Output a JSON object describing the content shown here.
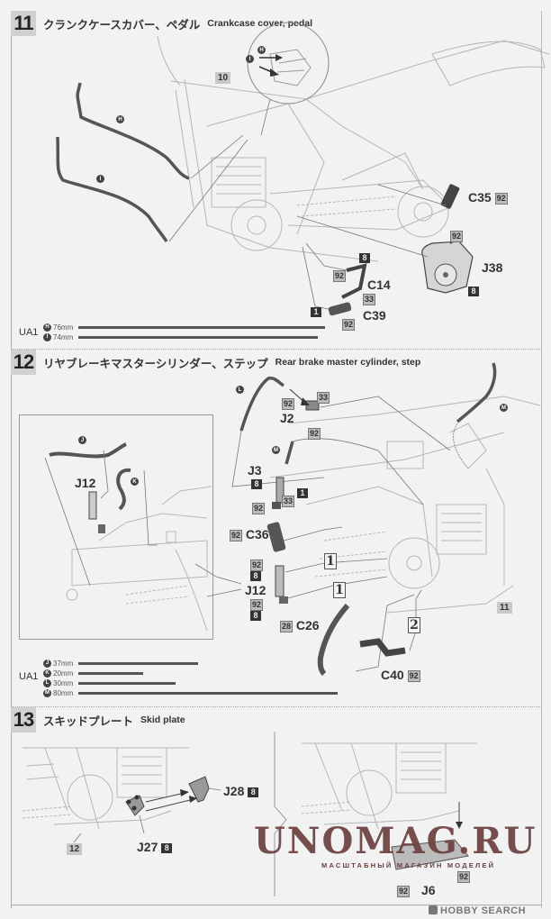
{
  "steps": [
    {
      "number": "11",
      "title_jp": "クランクケースカバー、ペダル",
      "title_en": "Crankcase cover, pedal",
      "ref_step": "10",
      "callouts": [
        {
          "part": "C35",
          "paint": "92"
        },
        {
          "part": "J38",
          "paint_top": "92",
          "paint_bottom": "8"
        },
        {
          "part": "C14",
          "paint_top": "8",
          "paint_left": "92",
          "paint_bottom": "33"
        },
        {
          "part": "C39",
          "paint_left": "1",
          "paint_bottom": "92"
        }
      ],
      "tube_marks": [
        "H",
        "I"
      ],
      "ua_label": "UA1",
      "lengths": [
        {
          "mark": "H",
          "length": "76mm",
          "value_mm": 76
        },
        {
          "mark": "I",
          "length": "74mm",
          "value_mm": 74
        }
      ]
    },
    {
      "number": "12",
      "title_jp": "リヤブレーキマスターシリンダー、ステップ",
      "title_en": "Rear brake master cylinder, step",
      "ref_step": "11",
      "inset_label": "J12",
      "tube_marks": [
        "J",
        "K",
        "L",
        "M"
      ],
      "callouts": [
        {
          "part": "J2",
          "paint_left": "92",
          "paint_top": "33",
          "paint_bottom": "92"
        },
        {
          "part": "J3",
          "paint": "8",
          "paint_right": "1",
          "paint_bottom": "33",
          "paint_left": "92"
        },
        {
          "part": "C36",
          "paint": "92"
        },
        {
          "part": "J12",
          "paints": [
            "92",
            "8",
            "92",
            "8"
          ]
        },
        {
          "part": "C26",
          "paint": "28"
        },
        {
          "part": "C40",
          "paint": "92"
        }
      ],
      "sequence": [
        "1",
        "1",
        "2"
      ],
      "ua_label": "UA1",
      "lengths": [
        {
          "mark": "J",
          "length": "37mm",
          "value_mm": 37
        },
        {
          "mark": "K",
          "length": "20mm",
          "value_mm": 20
        },
        {
          "mark": "L",
          "length": "30mm",
          "value_mm": 30
        },
        {
          "mark": "M",
          "length": "80mm",
          "value_mm": 80
        }
      ]
    },
    {
      "number": "13",
      "title_jp": "スキッドプレート",
      "title_en": "Skid plate",
      "ref_step": "12",
      "callouts": [
        {
          "part": "J28",
          "paint": "8"
        },
        {
          "part": "J27",
          "paint": "8"
        },
        {
          "part": "J6",
          "paint_left": "92",
          "paint_right": "92"
        }
      ]
    }
  ],
  "watermark": {
    "title": "UNOMAG.RU",
    "subtitle": "МАСШТАБНЫЙ МАГАЗИН МОДЕЛЕЙ"
  },
  "footer": {
    "brand": "HOBBY SEARCH"
  },
  "colors": {
    "page": "#f1f2f1",
    "step_badge": "#cfd0cf",
    "tube": "#555555",
    "watermark": "#6b4040"
  }
}
